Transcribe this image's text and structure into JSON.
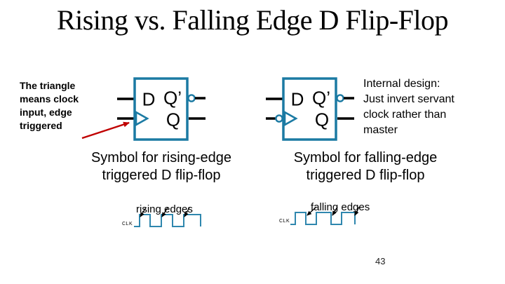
{
  "slide": {
    "title": "Rising vs. Falling Edge D Flip-Flop",
    "page_number": "43"
  },
  "colors": {
    "diagram_blue": "#1b7aa3",
    "waveform_blue": "#2f87ae",
    "annotation_red": "#c00000",
    "wire_black": "#000000"
  },
  "left_note": {
    "lines": [
      "The triangle",
      "means clock",
      "input, edge",
      "triggered"
    ]
  },
  "right_note": {
    "lines": [
      "Internal design:",
      "Just invert servant",
      "clock rather than",
      "master"
    ]
  },
  "flip_flops": [
    {
      "type": "rising-edge",
      "d_label": "D",
      "qbar_label": "Q’",
      "q_label": "Q",
      "caption_lines": [
        "Symbol for rising-edge",
        "triggered D flip-flop"
      ]
    },
    {
      "type": "falling-edge",
      "d_label": "D",
      "qbar_label": "Q’",
      "q_label": "Q",
      "caption_lines": [
        "Symbol for falling-edge",
        "triggered D flip-flop"
      ]
    }
  ],
  "waveforms": [
    {
      "label": "rising edges",
      "clk_label": "CLK"
    },
    {
      "label": "falling edges",
      "clk_label": "CLK"
    }
  ]
}
